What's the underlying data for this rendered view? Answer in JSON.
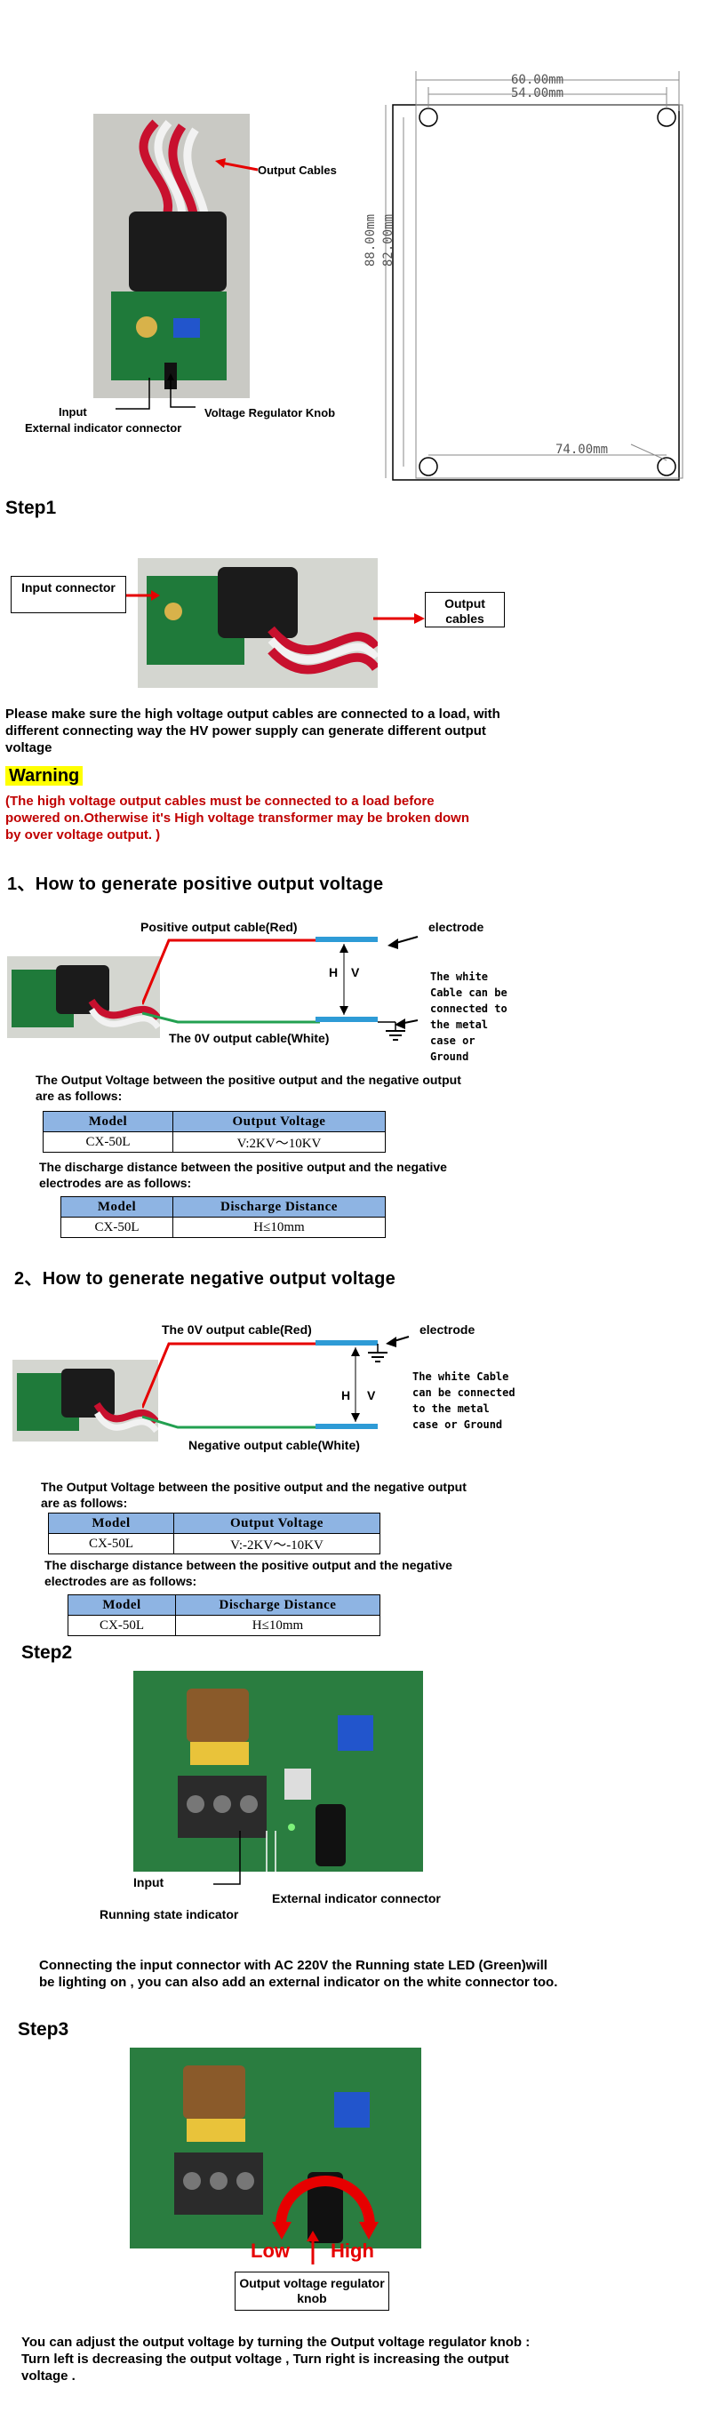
{
  "top": {
    "label_output_cables": "Output Cables",
    "label_input": "Input",
    "label_ext_indicator": "External indicator connector",
    "label_voltage_knob": "Voltage Regulator Knob",
    "dim_60": "60.00mm",
    "dim_54": "54.00mm",
    "dim_88": "88.00mm",
    "dim_82": "82.00mm",
    "dim_74": "74.00mm"
  },
  "step1": {
    "heading": "Step1",
    "input_connector": "Input connector",
    "output_cables": "Output cables",
    "para": "Please make sure the high voltage output cables are connected to a load, with different connecting way the HV power supply can generate different output voltage",
    "warning_tag": "Warning",
    "warning_text": "(The high voltage output cables must be connected to a load before powered on.Otherwise it's  High voltage transformer may be broken down by over voltage output. )"
  },
  "positive": {
    "heading": "1、How to generate positive output voltage",
    "cable_red": "Positive output cable(Red)",
    "electrode": "electrode",
    "h": "H",
    "v": "V",
    "note": "The white Cable can be connected to the metal case or Ground",
    "cable_white": "The  0V output cable(White)",
    "voltage_intro": "The Output Voltage  between the positive output  and the negative output are as follows:",
    "table1": {
      "col1": "Model",
      "col2": "Output Voltage",
      "model": "CX-50L",
      "value": "V:2KV～10KV"
    },
    "distance_intro": "The discharge distance between the positive output  and the negative electrodes  are as follows:",
    "table2": {
      "col1": "Model",
      "col2": "Discharge  Distance",
      "model": "CX-50L",
      "value": "H≤10mm"
    }
  },
  "negative": {
    "heading": "2、How to generate negative output voltage",
    "cable_red": "The  0V output cable(Red)",
    "electrode": "electrode",
    "h": "H",
    "v": "V",
    "note": "The white Cable can be connected to the metal case or Ground",
    "cable_white": "Negative output cable(White)",
    "voltage_intro": "The Output Voltage  between the positive output  and the negative output are as follows:",
    "table1": {
      "col1": "Model",
      "col2": "Output Voltage",
      "model": "CX-50L",
      "value": "V:-2KV～-10KV"
    },
    "distance_intro": "The discharge distance between the positive output  and the negative electrodes  are as follows:",
    "table2": {
      "col1": "Model",
      "col2": "Discharge  Distance",
      "model": "CX-50L",
      "value": "H≤10mm"
    }
  },
  "step2": {
    "heading": "Step2",
    "label_input": "Input",
    "label_ext": "External indicator connector",
    "label_running": "Running state indicator",
    "para": "Connecting the input connector with AC 220V  the Running state LED (Green)will be lighting on , you can also add an external indicator on the white connector too."
  },
  "step3": {
    "heading": "Step3",
    "low": "Low",
    "high": "High",
    "knob_label": "Output voltage regulator knob",
    "para": "You can adjust the output voltage by turning the Output voltage regulator knob : Turn left is decreasing the output voltage , Turn right is  increasing the output voltage ."
  },
  "colors": {
    "red": "#c00000",
    "cable_blue": "#2e9bd6",
    "table_header": "#8eb4e3",
    "warning_bg": "#ffff00"
  }
}
